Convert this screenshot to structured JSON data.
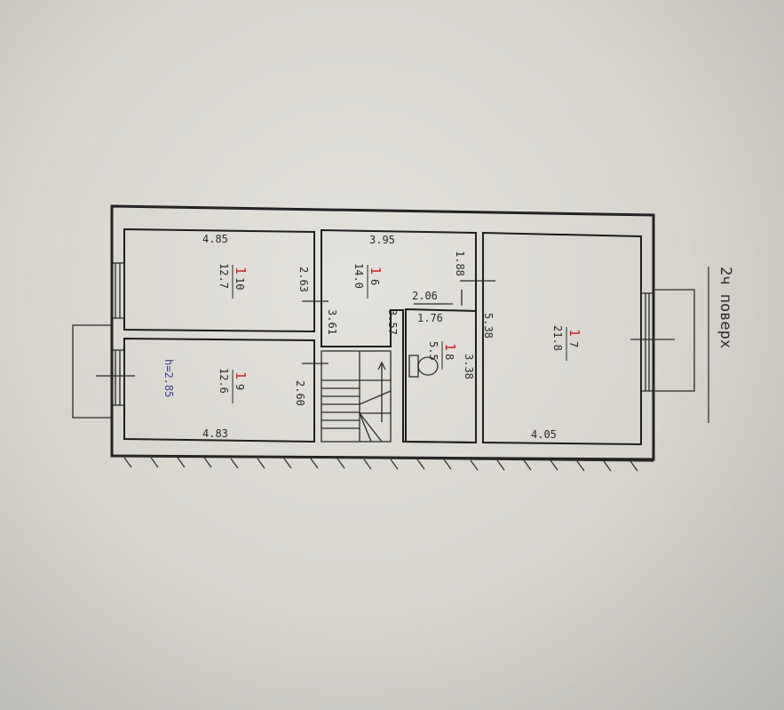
{
  "floor_label": "2ч поверх",
  "rooms": [
    {
      "id": "top-left",
      "dim_top": "4.85",
      "dim_side": "2.63",
      "number": "1",
      "area": "12.7",
      "index": "10"
    },
    {
      "id": "bottom-left",
      "dim_bottom": "4.83",
      "dim_side": "2.60",
      "number": "1",
      "area": "12.6",
      "index": "9",
      "height_note": "h=2.85"
    },
    {
      "id": "center",
      "dim_top": "3.95",
      "dim_side_left": "3.61",
      "dim_side_right": "1.88",
      "number": "1",
      "area": "14.0",
      "index": "6"
    },
    {
      "id": "bath",
      "dim_top": "2.06",
      "dim_inner": "1.76",
      "dim_side": "3.57",
      "number": "1",
      "area": "5.5",
      "index": "8",
      "dim_extra": "3.38"
    },
    {
      "id": "right",
      "dim_bottom": "4.05",
      "dim_side": "5.38",
      "number": "1",
      "area": "21.8",
      "index": "7"
    }
  ]
}
